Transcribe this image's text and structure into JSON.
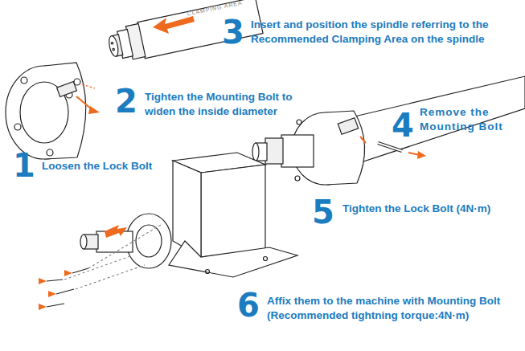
{
  "diagram": {
    "labels": [
      "3",
      "Insert and position the spindle referring to the Recommended Clamping Area on the spindle",
      "2",
      "Tighten the Mounting Bolt to widen the inside diameter",
      "1",
      "Loosen the Lock Bolt",
      "4",
      "Remove the Mounting Bolt",
      "5",
      "Tighten the Lock Bolt (4N·m)",
      "6",
      "Affix them to the machine with Mounting Bolt (Recommended tightning torque:4N·m)",
      "CLAMPING AREA"
    ]
  }
}
